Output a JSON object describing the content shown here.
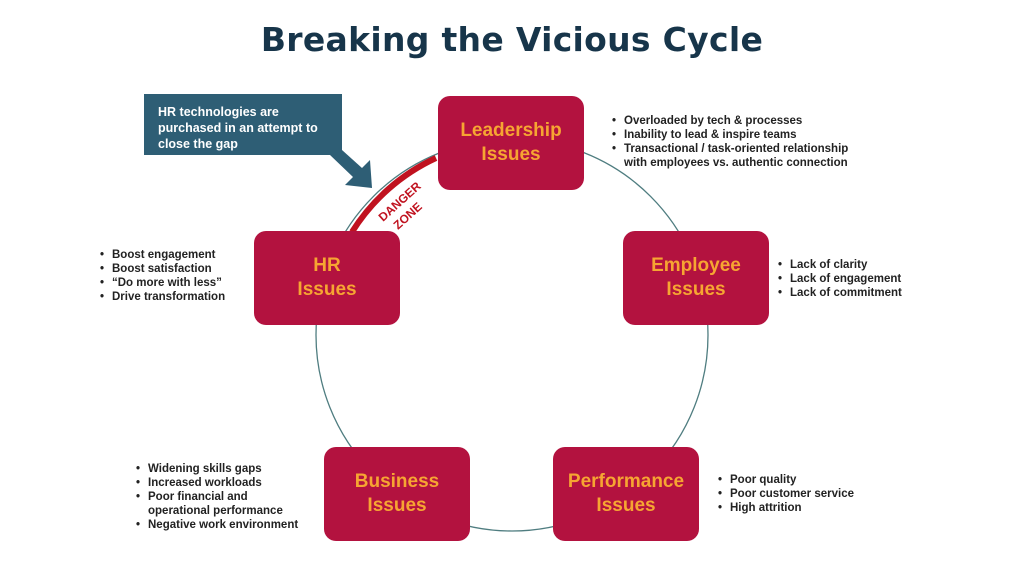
{
  "title": "Breaking the Vicious Cycle",
  "callout": "HR technologies are purchased in an attempt to close the gap",
  "danger_zone": {
    "line1": "DANGER",
    "line2": "ZONE"
  },
  "nodes": {
    "leadership": {
      "line1": "Leadership",
      "line2": "Issues",
      "bullets": [
        "Overloaded by tech & processes",
        "Inability to lead & inspire teams",
        "Transactional / task-oriented relationship with employees vs. authentic connection"
      ]
    },
    "employee": {
      "line1": "Employee",
      "line2": "Issues",
      "bullets": [
        "Lack of clarity",
        "Lack of engagement",
        "Lack of commitment"
      ]
    },
    "performance": {
      "line1": "Performance",
      "line2": "Issues",
      "bullets": [
        "Poor quality",
        "Poor customer service",
        "High attrition"
      ]
    },
    "business": {
      "line1": "Business",
      "line2": "Issues",
      "bullets": [
        "Widening skills gaps",
        "Increased workloads",
        "Poor financial and operational performance",
        "Negative work environment"
      ]
    },
    "hr": {
      "line1": "HR",
      "line2": "Issues",
      "bullets": [
        "Boost engagement",
        "Boost satisfaction",
        "“Do more with less”",
        "Drive transformation"
      ]
    }
  },
  "colors": {
    "box": "#b3123f",
    "box_text": "#f6a532",
    "callout": "#2e5e75",
    "title": "#17354a",
    "cycle": "#4f7d80",
    "danger": "#c0121f"
  }
}
